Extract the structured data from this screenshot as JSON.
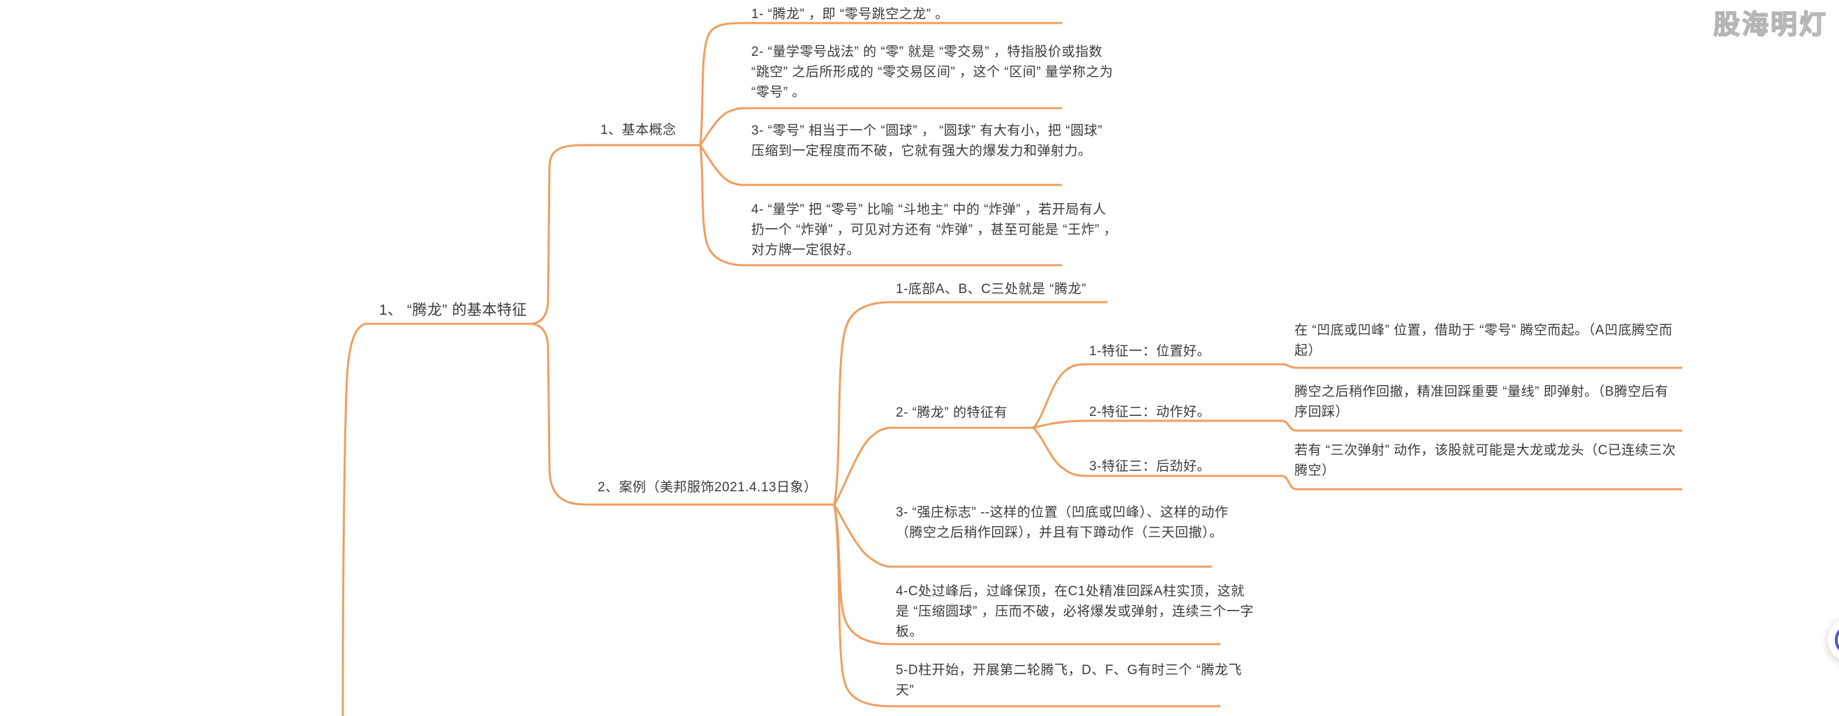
{
  "colors": {
    "accent": "#ED9F60",
    "text": "#3b3b3b",
    "fab_ring": "#5353cc"
  },
  "watermark": "股海明灯",
  "mindmap": {
    "root": "1、 “腾龙” 的基本特征",
    "topic1": {
      "label": "1、基本概念",
      "items": [
        "1- “腾龙” ，即 “零号跳空之龙” 。",
        "2- “量学零号战法” 的 “零” 就是 “零交易” ，特指股价或指数 “跳空” 之后所形成的 “零交易区间” ，这个 “区间” 量学称之为 “零号” 。",
        "3- “零号” 相当于一个 “圆球” ， “圆球” 有大有小，把 “圆球” 压缩到一定程度而不破，它就有强大的爆发力和弹射力。",
        "4- “量学” 把 “零号” 比喻 “斗地主” 中的 “炸弹” ，若开局有人扔一个 “炸弹” ，可见对方还有 “炸弹” ，甚至可能是 “王炸” ，对方牌一定很好。"
      ]
    },
    "topic2": {
      "label": "2、案例（美邦服饰2021.4.13日象）",
      "item1": "1-底部A、B、C三处就是 “腾龙”",
      "item2": "2- “腾龙” 的特征有",
      "features": [
        {
          "label": "1-特征一：位置好。",
          "detail": "在 “凹底或凹峰” 位置，借助于 “零号” 腾空而起。（A凹底腾空而起）"
        },
        {
          "label": "2-特征二：动作好。",
          "detail": "腾空之后稍作回撤，精准回踩重要 “量线” 即弹射。（B腾空后有序回踩）"
        },
        {
          "label": "3-特征三：后劲好。",
          "detail": "若有 “三次弹射” 动作，该股就可能是大龙或龙头（C已连续三次腾空）"
        }
      ],
      "item3": "3- “强庄标志” --这样的位置（凹底或凹峰）、这样的动作（腾空之后稍作回踩），并且有下蹲动作（三天回撤）。",
      "item4": "4-C处过峰后，过峰保顶，在C1处精准回踩A柱实顶，这就是 “压缩圆球” ，压而不破，必将爆发或弹射，连续三个一字板。",
      "item5": "5-D柱开始，开展第二轮腾飞，D、F、G有时三个 “腾龙飞天”"
    }
  }
}
